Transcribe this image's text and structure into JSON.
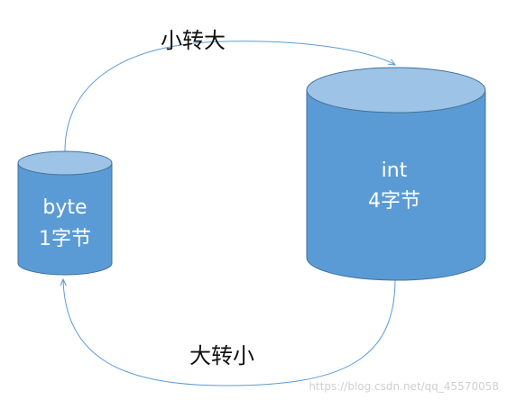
{
  "diagram": {
    "colors": {
      "cylinder_body": "#5b9bd5",
      "cylinder_top": "#9dc3e6",
      "cylinder_stroke": "#41719c",
      "arrow": "#5b9bd5",
      "label_text": "#ffffff",
      "arrow_text": "#111111",
      "watermark": "#d0d0d0"
    },
    "small_cylinder": {
      "type_name": "byte",
      "size_label": "1字节"
    },
    "large_cylinder": {
      "type_name": "int",
      "size_label": "4字节"
    },
    "top_arrow": {
      "label": "小转大"
    },
    "bottom_arrow": {
      "label": "大转小"
    },
    "watermark": "https://blog.csdn.net/qq_45570058"
  }
}
